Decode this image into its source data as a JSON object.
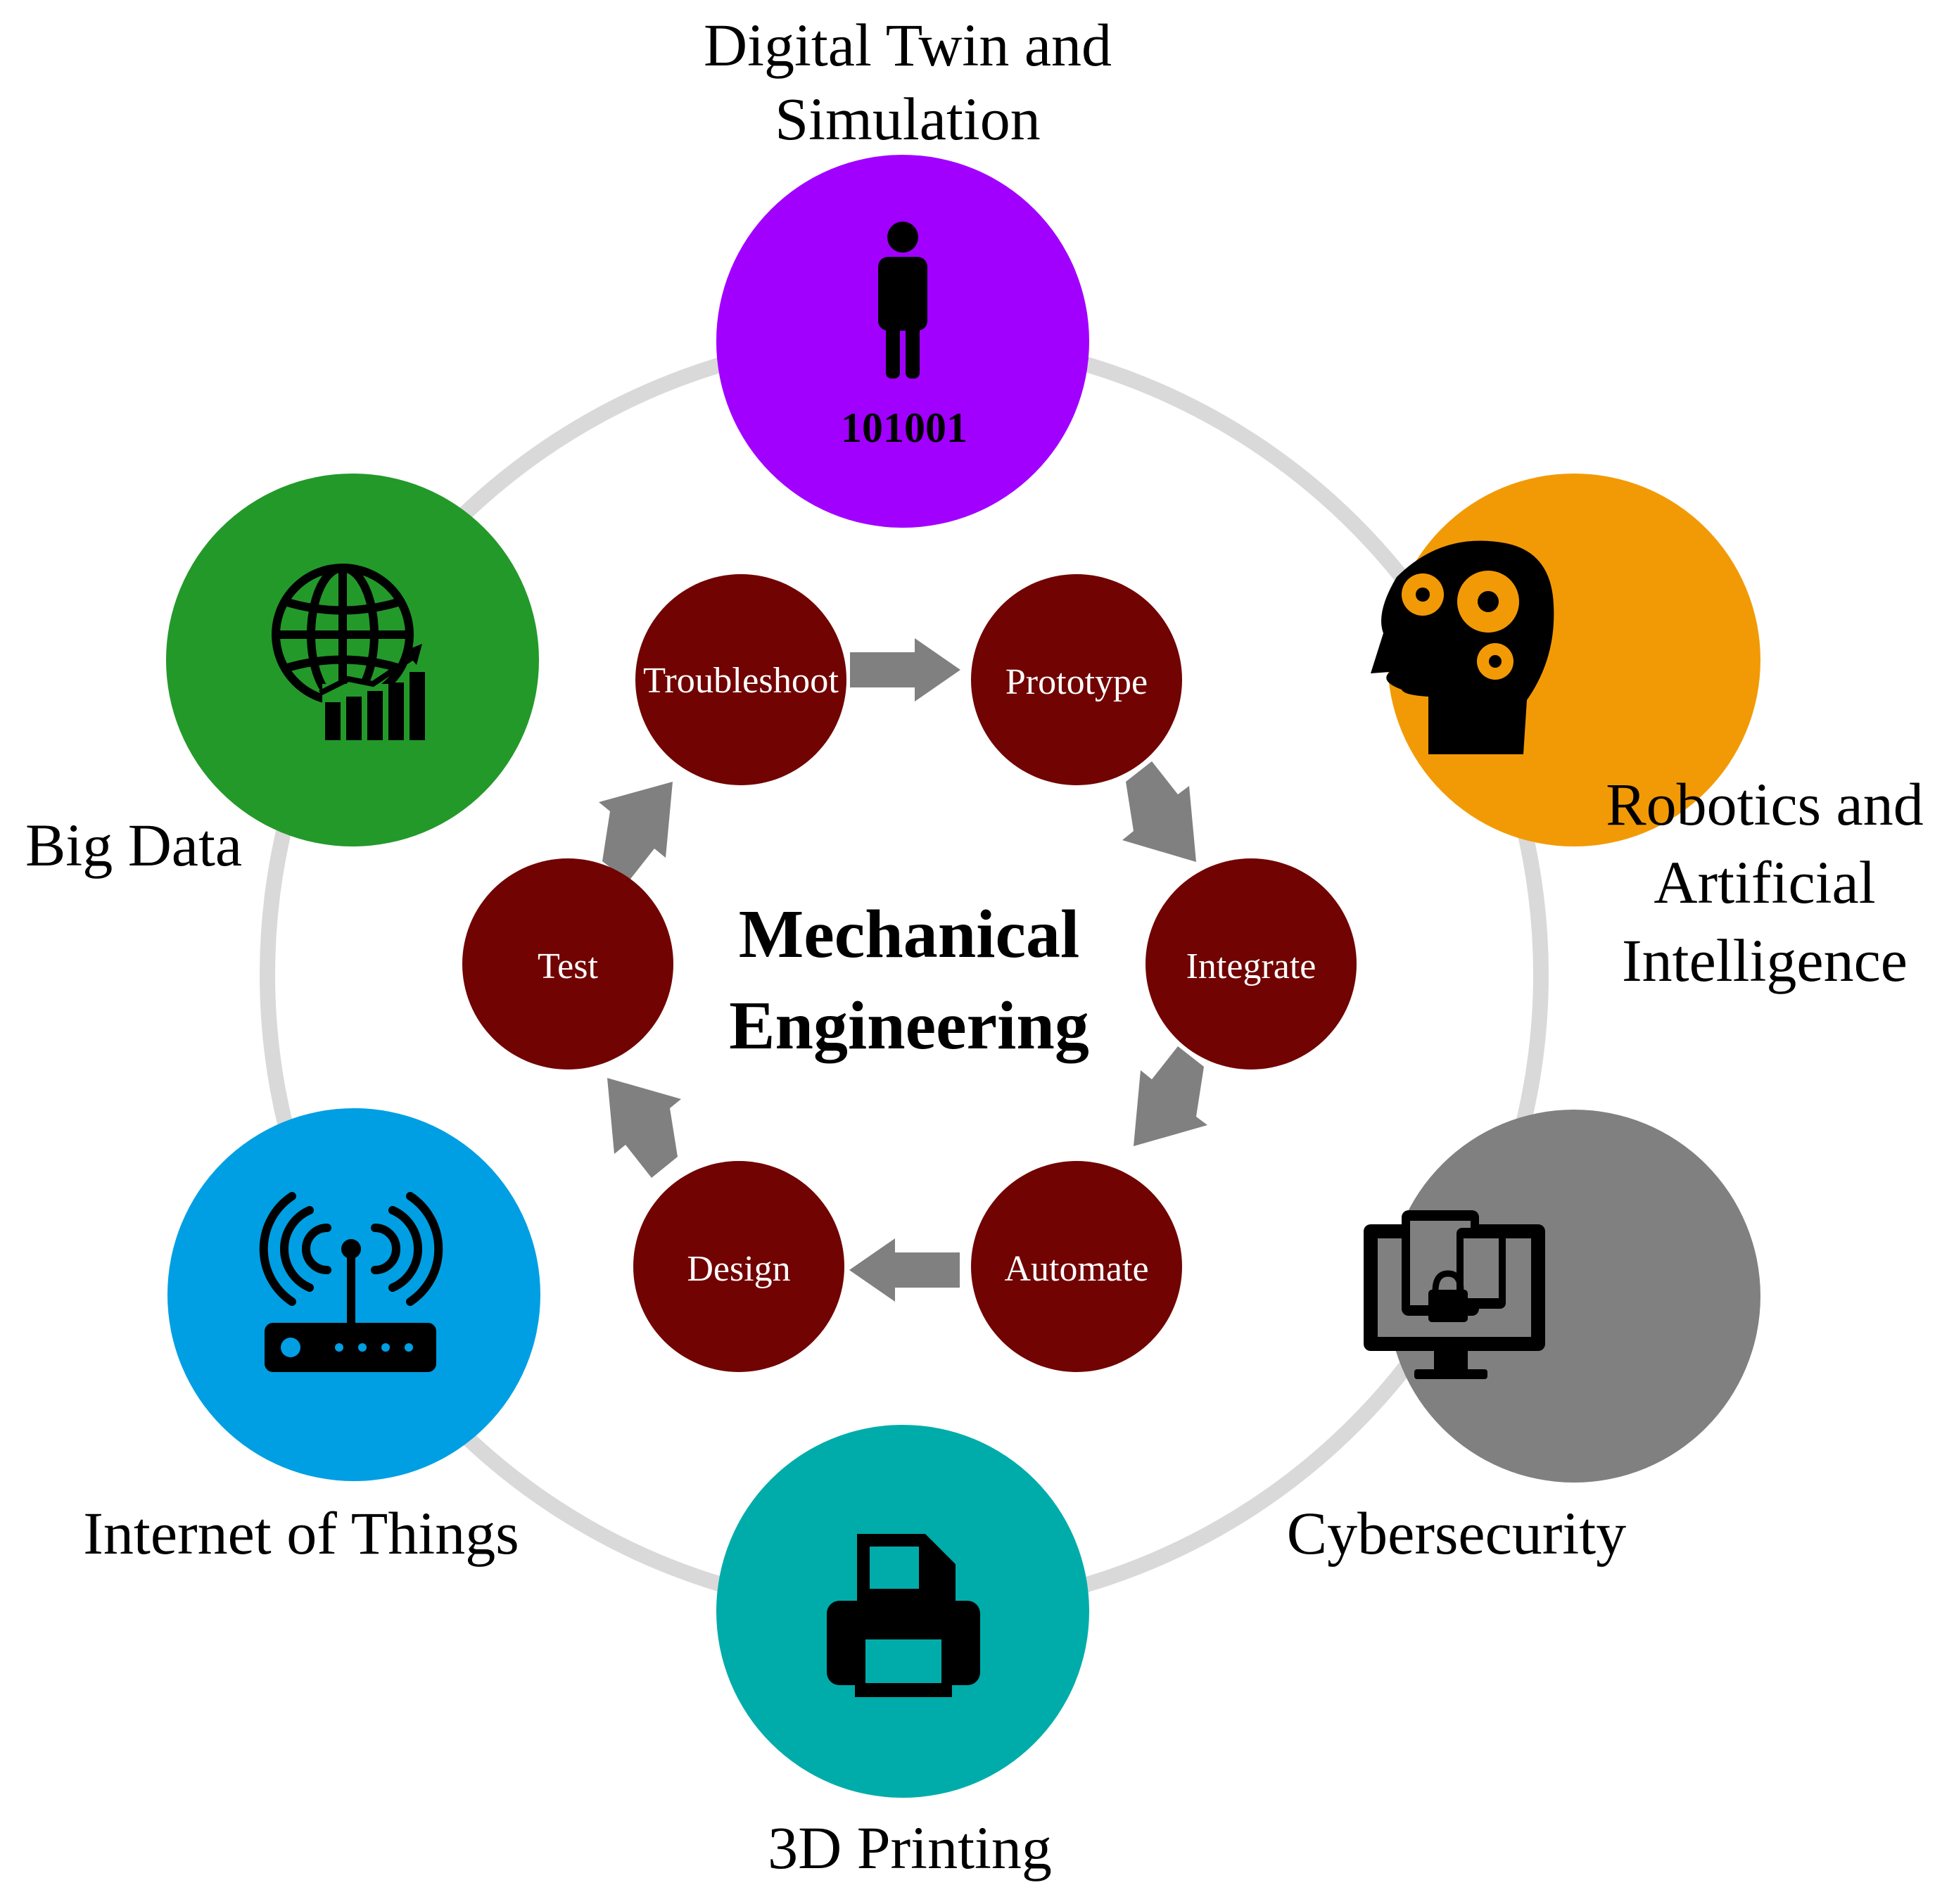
{
  "center": {
    "line1": "Mechanical",
    "line2": "Engineering"
  },
  "technologies": {
    "digital_twin": {
      "line1": "Digital Twin and",
      "line2": "Simulation",
      "binary": "101001",
      "color": "#A100FF"
    },
    "robotics_ai": {
      "line1": "Robotics and",
      "line2": "Artificial",
      "line3": "Intelligence",
      "color": "#F29A05"
    },
    "cybersecurity": {
      "label": "Cybersecurity",
      "color": "#808080"
    },
    "printing_3d": {
      "label": "3D Printing",
      "color": "#00ACAA"
    },
    "iot": {
      "label": "Internet of Things",
      "color": "#009FE3"
    },
    "big_data": {
      "label": "Big Data",
      "color": "#23992A"
    }
  },
  "cycle_steps": {
    "troubleshoot": "Troubleshoot",
    "prototype": "Prototype",
    "integrate": "Integrate",
    "automate": "Automate",
    "design": "Design",
    "test": "Test"
  },
  "colors": {
    "step_fill": "#710303",
    "ring": "#D9D9D9",
    "arrow": "#808080",
    "icon": "#000000"
  }
}
